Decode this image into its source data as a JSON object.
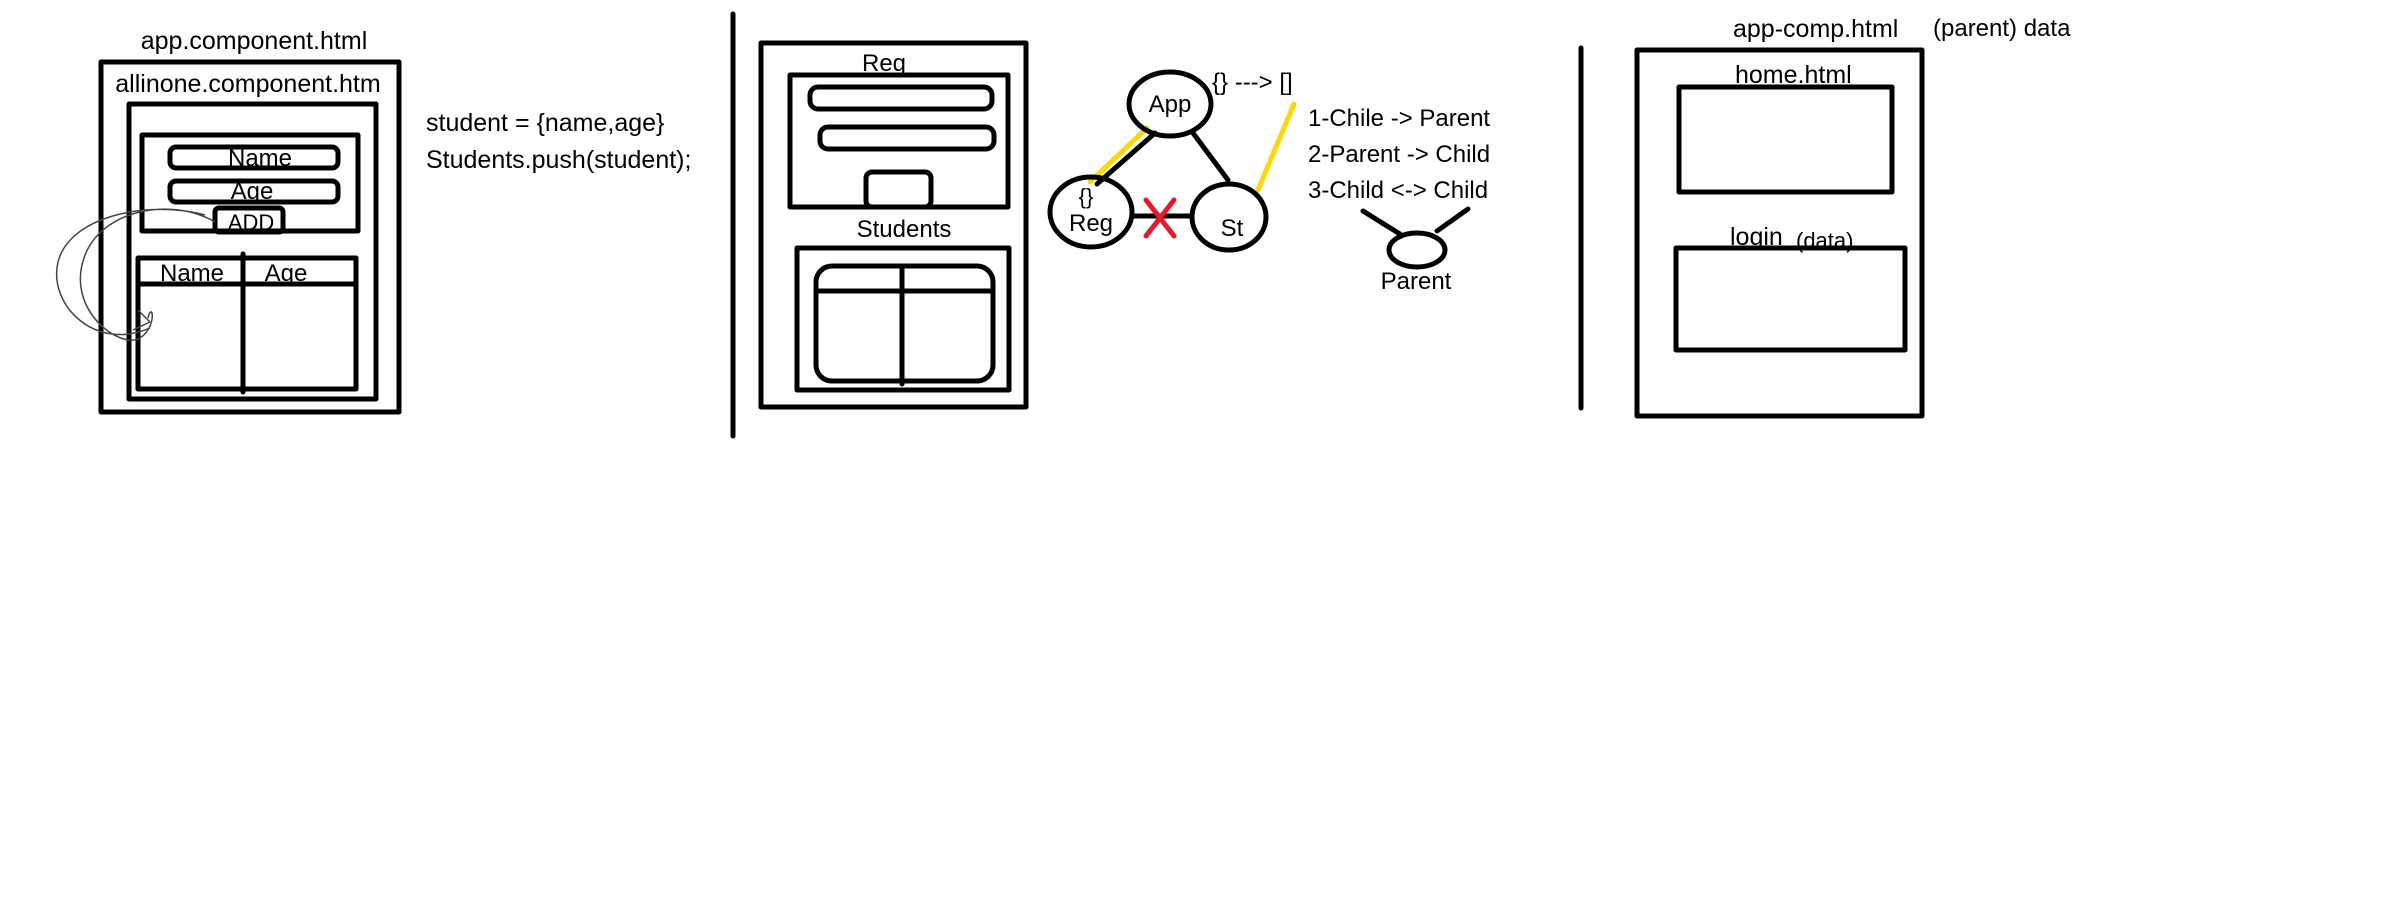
{
  "panel1": {
    "outer_title": "app.component.html",
    "inner_title": "allinone.component.htm",
    "form_name": "Name",
    "form_age": "Age",
    "form_add": "ADD",
    "table_col_name": "Name",
    "table_col_age": "Age",
    "code_line_1": "student = {name,age}",
    "code_line_2": "Students.push(student);"
  },
  "panel2": {
    "reg_title": "Reg",
    "students_title": "Students"
  },
  "graph": {
    "node_app": "App",
    "node_reg_obj": "{}",
    "node_reg": "Reg",
    "node_st": "St",
    "flow_label": "{} ---> []"
  },
  "communication": {
    "item_1": "1-Chile -> Parent",
    "item_2": "2-Parent -> Child",
    "item_3": "3-Child <-> Child",
    "parent_label": "Parent"
  },
  "panel3": {
    "title_main": "app-comp.html",
    "title_extra": "(parent) data",
    "home_label": "home.html",
    "login_label": "login",
    "login_extra": "(data)"
  },
  "colors": {
    "ink": "#000000",
    "highlight_yellow": "#ffd800",
    "cross_red": "#e8182a"
  }
}
